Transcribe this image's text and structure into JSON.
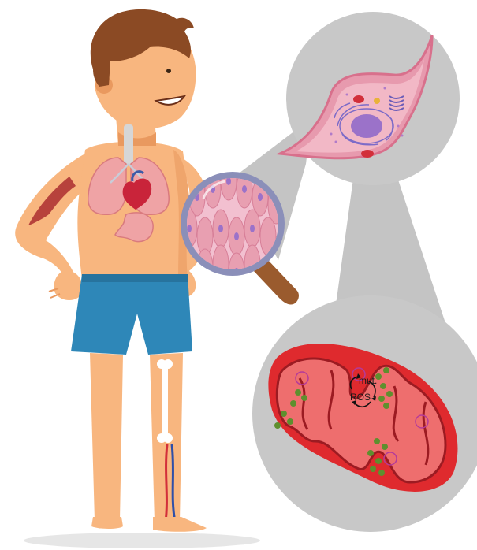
{
  "colors": {
    "skin": "#F8B67F",
    "skin_shadow": "#E9995F",
    "hair": "#8B4A24",
    "shorts": "#2E87B8",
    "muscle": "#B7423C",
    "organ_pink": "#EFA3A5",
    "heart": "#C9243A",
    "zoom_gray": "#C8C8C8",
    "magnifier_rim": "#8B8FB9",
    "cell_tissue": "#E89FB1",
    "mitochondrion": "#E0242B",
    "mito_matrix": "#F06A6A",
    "mutation_dot": "#5E8F2E",
    "nucleus": "#9B72C9"
  },
  "icons": [
    "person-figure",
    "magnifying-glass",
    "cell",
    "mitochondrion"
  ],
  "mitochondrion": {
    "label_mut": "mut.",
    "label_ros": "ROS"
  }
}
